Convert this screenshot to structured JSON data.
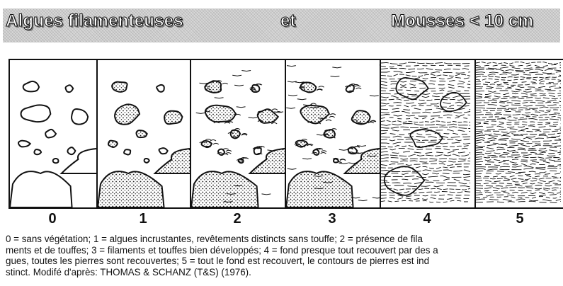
{
  "title": {
    "left": "Algues filamenteuses",
    "middle": "et",
    "right": "Mousses < 10 cm"
  },
  "panels": [
    {
      "label": "0"
    },
    {
      "label": "1"
    },
    {
      "label": "2"
    },
    {
      "label": "3"
    },
    {
      "label": "4"
    },
    {
      "label": "5"
    }
  ],
  "caption": {
    "lines": [
      "0 = sans végétation; 1 = algues incrustantes, revêtements distincts  sans touffe; 2 = présence de fila",
      "ments et de touffes; 3 = filaments et touffes bien développés; 4 = fond presque tout recouvert par des a",
      "gues, toutes les pierres sont recouvertes; 5 = tout le fond est recouvert, le contours de pierres est ind",
      "stinct. Modifé d'après: THOMAS & SCHANZ (T&S) (1976)."
    ]
  }
}
